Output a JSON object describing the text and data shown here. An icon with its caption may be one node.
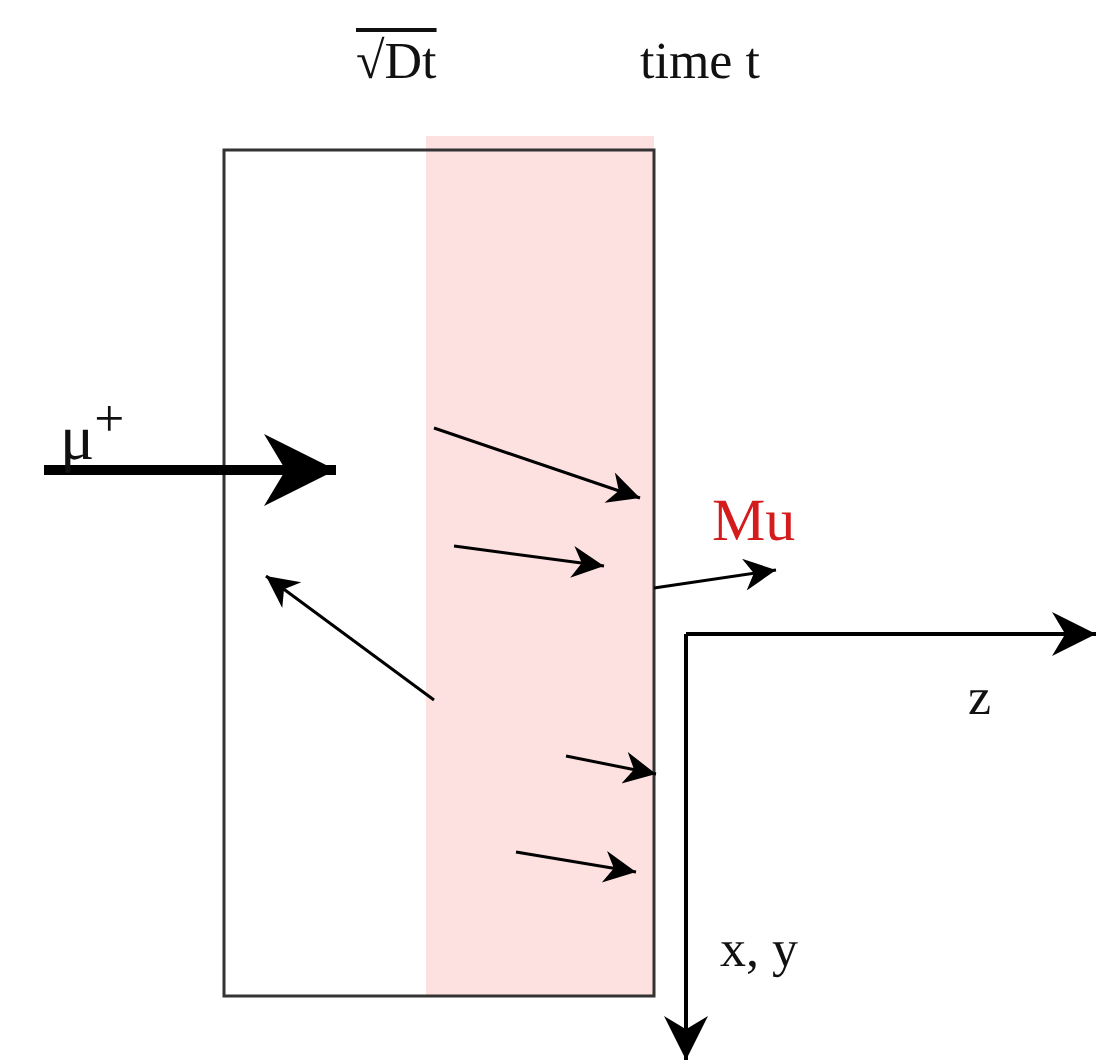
{
  "diagram": {
    "labels": [
      "√Dt",
      "time t",
      "μ$^{+}$",
      "Mu",
      "z",
      "x, y"
    ]
  }
}
